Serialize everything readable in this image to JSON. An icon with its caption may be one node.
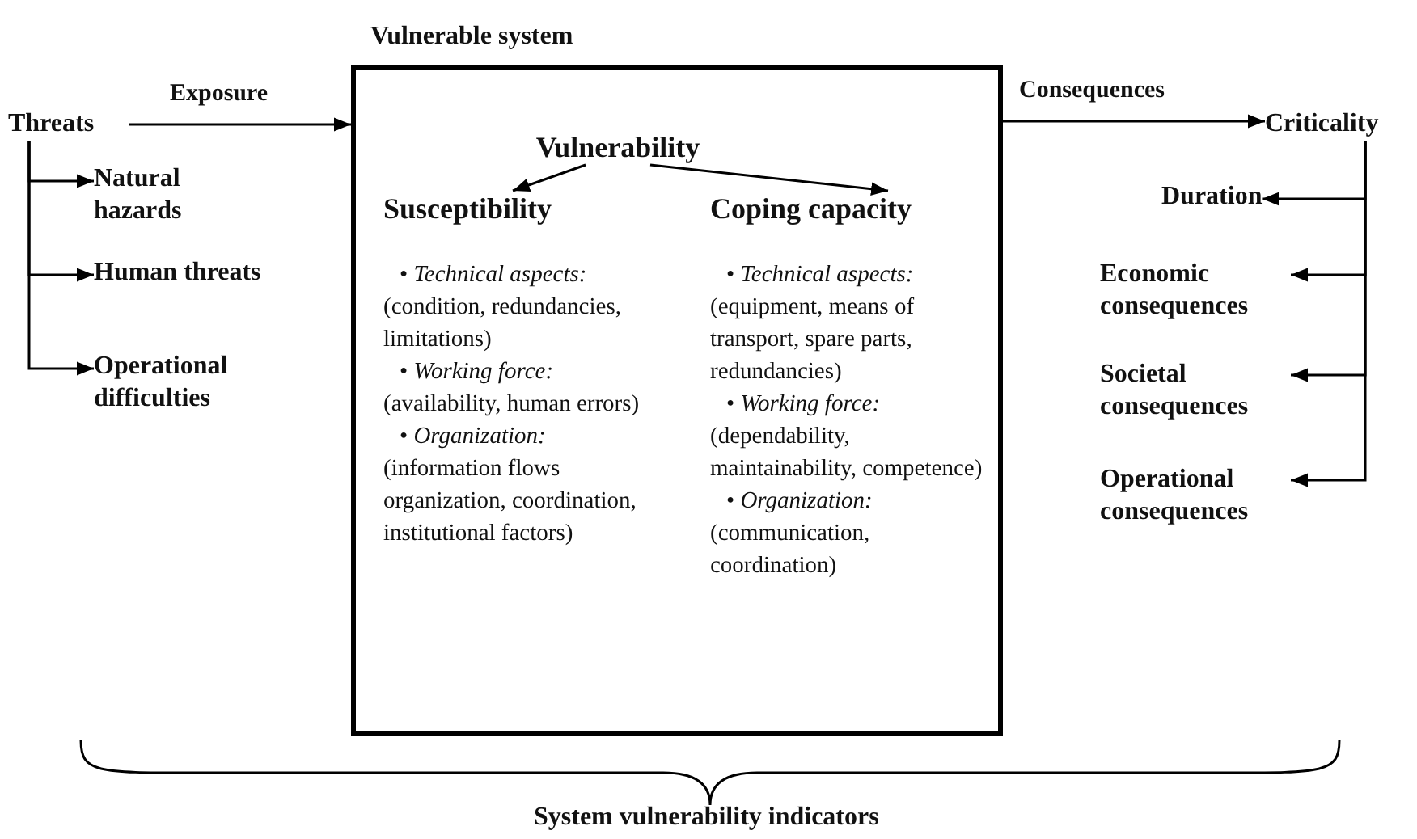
{
  "diagram": {
    "nodes": [
      {
        "text": [
          "Threats"
        ]
      },
      {
        "text": [
          "Natural hazards"
        ]
      },
      {
        "text": [
          "Human threats"
        ]
      },
      {
        "text": [
          "Operational difficulties"
        ]
      },
      {
        "text": [
          "Vulnerable system"
        ]
      },
      {
        "text": [
          "Vulnerability"
        ],
        "in": 4
      },
      {
        "text": [
          "Susceptibility",
          "• *Technical aspects:*",
          "(condition, redundancies, limitations)",
          "• *Working force:*",
          "(availability, human errors)",
          "• *Organization:*",
          "(information flows organization, coordination, institutional factors)"
        ],
        "in": 4
      },
      {
        "text": [
          "Coping capacity",
          "• *Technical aspects:*",
          "(equipment, means of transport, spare parts, redundancies)",
          "• *Working force:*",
          "(dependability, maintainability, competence)",
          "• *Organization:*",
          "(communication, coordination)"
        ],
        "in": 4
      },
      {
        "text": [
          "Criticality"
        ]
      },
      {
        "text": [
          "Duration"
        ]
      },
      {
        "text": [
          "Economic consequences"
        ]
      },
      {
        "text": [
          "Societal consequences"
        ]
      },
      {
        "text": [
          "Operational consequences"
        ]
      }
    ],
    "edges": [
      {
        "from": 0,
        "to": 4,
        "arrow": "to",
        "label": "Exposure"
      },
      {
        "from": 0,
        "to": 1,
        "arrow": "to"
      },
      {
        "from": 0,
        "to": 2,
        "arrow": "to"
      },
      {
        "from": 0,
        "to": 3,
        "arrow": "to"
      },
      {
        "from": 5,
        "to": 6,
        "arrow": "to"
      },
      {
        "from": 5,
        "to": 7,
        "arrow": "to"
      },
      {
        "from": 4,
        "to": 8,
        "arrow": "to",
        "label": "Consequences"
      },
      {
        "from": 8,
        "to": 9,
        "arrow": "to"
      },
      {
        "from": 8,
        "to": 10,
        "arrow": "to"
      },
      {
        "from": 8,
        "to": 11,
        "arrow": "to"
      },
      {
        "from": 8,
        "to": 12,
        "arrow": "to"
      }
    ],
    "labels": [
      "System vulnerability indicators"
    ]
  }
}
